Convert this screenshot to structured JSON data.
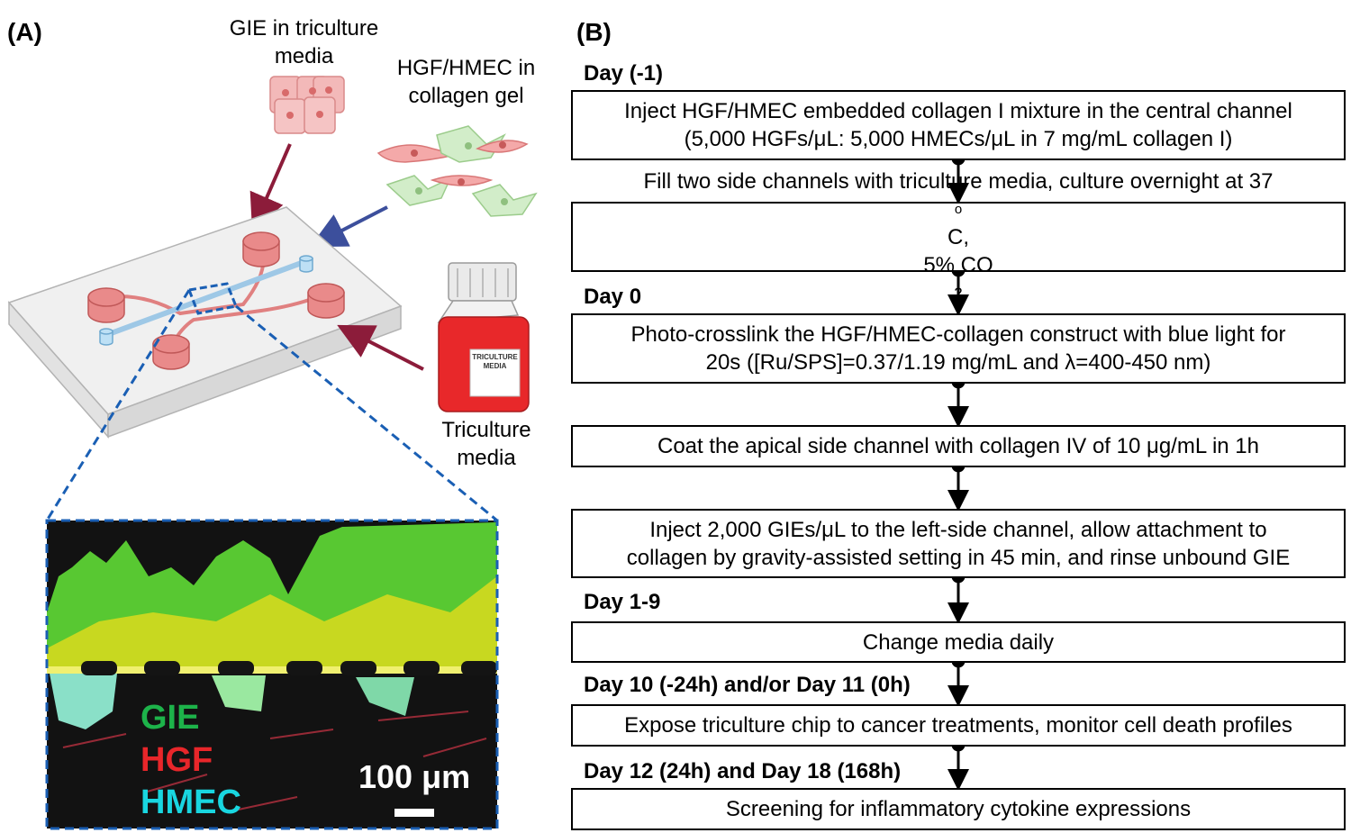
{
  "panel_a": {
    "label": "(A)",
    "gie_label": [
      "GIE in triculture",
      "media"
    ],
    "hgf_label": [
      "HGF/HMEC in",
      "collagen gel"
    ],
    "media_label": [
      "Triculture",
      "media"
    ],
    "bottle_label": [
      "TRICULTURE",
      "MEDIA"
    ],
    "micrograph": {
      "legend": [
        "GIE",
        "HGF",
        "HMEC"
      ],
      "scale_bar": "100 μm",
      "colors": {
        "gie": "#1db34a",
        "hgf": "#e8262a",
        "hmec": "#19d6e0"
      }
    }
  },
  "panel_b": {
    "label": "(B)",
    "days": {
      "d_minus1": "Day (-1)",
      "d0": "Day 0",
      "d1_9": "Day 1-9",
      "d10_11": "Day 10 (-24h) and/or Day 11 (0h)",
      "d12_18": "Day 12 (24h) and Day 18 (168h)"
    },
    "steps": {
      "s1": [
        "Inject HGF/HMEC embedded collagen I mixture in the central channel",
        "(5,000 HGFs/μL: 5,000 HMECs/μL in 7 mg/mL collagen I)"
      ],
      "s2_line1_a": "Fill two side channels with triculture media, culture overnight at 37",
      "s2_line1_sup": "o",
      "s2_line1_b": "C,",
      "s2_line2_a": "5% CO",
      "s2_line2_sub": "2",
      "s3": [
        "Photo-crosslink the HGF/HMEC-collagen construct with blue light for",
        "20s ([Ru/SPS]=0.37/1.19 mg/mL and λ=400-450 nm)"
      ],
      "s4": "Coat the apical side channel with collagen IV of 10 μg/mL in 1h",
      "s5": [
        "Inject 2,000 GIEs/μL to the left-side channel, allow attachment to",
        "collagen by gravity-assisted setting in 45 min, and rinse unbound GIE"
      ],
      "s6": "Change media daily",
      "s7": "Expose triculture chip to cancer treatments, monitor cell death profiles",
      "s8": "Screening for inflammatory cytokine expressions"
    }
  }
}
